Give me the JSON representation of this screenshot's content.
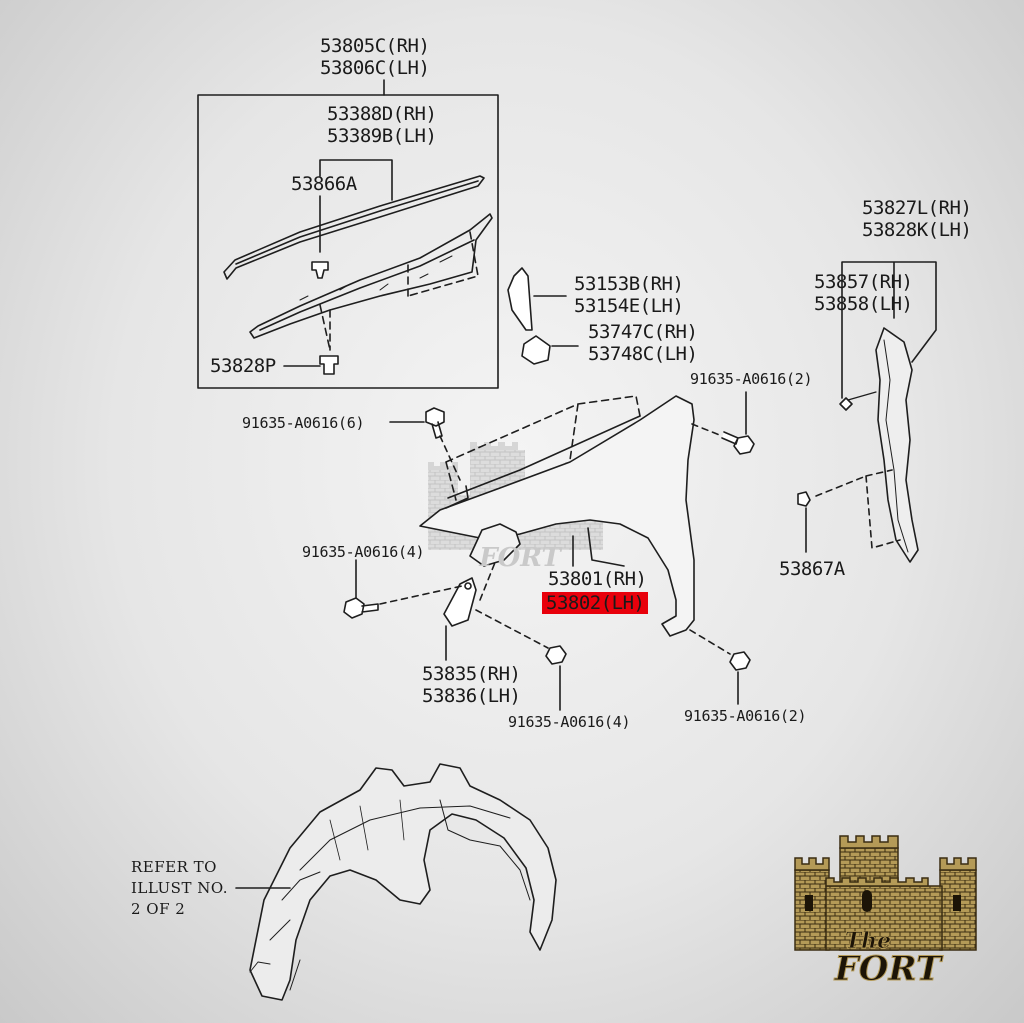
{
  "parts": {
    "molding_top": [
      "53805C(RH)",
      "53806C(LH)"
    ],
    "seal": [
      "53388D(RH)",
      "53389B(LH)"
    ],
    "clip_a": "53866A",
    "clip_p": "53828P",
    "liner_pad": [
      "53153B(RH)",
      "53154E(LH)"
    ],
    "cushion": [
      "53747C(RH)",
      "53748C(LH)"
    ],
    "side_seal": [
      "53827L(RH)",
      "53828K(LH)"
    ],
    "side_seal_sub": [
      "53857(RH)",
      "53858(LH)"
    ],
    "clip_67a": "53867A",
    "fender": [
      "53801(RH)",
      "53802(LH)"
    ],
    "bracket": [
      "53835(RH)",
      "53836(LH)"
    ],
    "bolt_top_left": "91635-A0616(6)",
    "bolt_top_right": "91635-A0616(2)",
    "bolt_mid_left": "91635-A0616(4)",
    "bolt_bottom_mid": "91635-A0616(4)",
    "bolt_bottom_right": "91635-A0616(2)"
  },
  "refer_note": [
    "REFER TO",
    "ILLUST NO.",
    "2 OF 2"
  ],
  "logo": {
    "word1": "The",
    "word2": "FORT"
  },
  "colors": {
    "highlight": "#e8000b",
    "logo_gold": "#b49a57"
  }
}
